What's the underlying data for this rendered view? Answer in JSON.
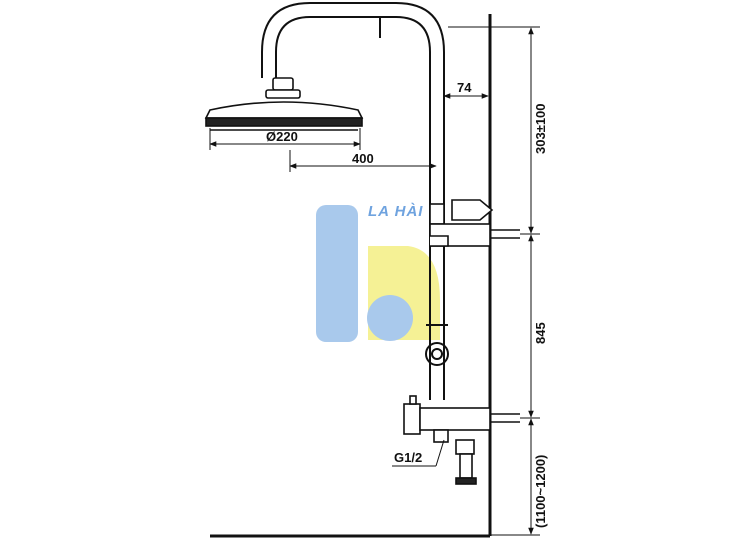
{
  "diagram": {
    "dimensions": {
      "head_diameter": "Ø220",
      "arm_length": "400",
      "wall_offset": "74",
      "top_height": "303±100",
      "bar_height": "845",
      "inlet_height": "(1100~1200)",
      "thread": "G1/2"
    },
    "watermark": {
      "text": "LA HÀI",
      "blue": "#a9c9ec",
      "yellow": "#f4f08a"
    },
    "colors": {
      "line": "#111111",
      "wall": "#111111"
    }
  }
}
